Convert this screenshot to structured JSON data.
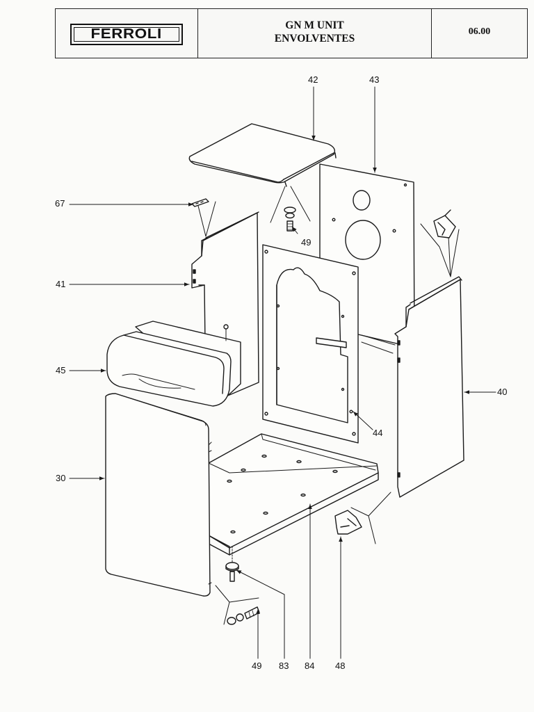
{
  "header": {
    "brand": "FERROLI",
    "title_line1": "GN M UNIT",
    "title_line2": "ENVOLVENTES",
    "code": "06.00"
  },
  "parts": {
    "p42": "42",
    "p43": "43",
    "p67": "67",
    "p49_top": "49",
    "p41": "41",
    "p45": "45",
    "p40": "40",
    "p44": "44",
    "p30": "30",
    "p49_bottom": "49",
    "p83": "83",
    "p84": "84",
    "p48": "48"
  }
}
